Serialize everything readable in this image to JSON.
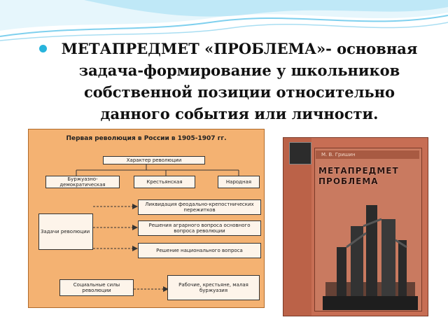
{
  "slide": {
    "bullet_text": "МЕТАПРЕДМЕТ «ПРОБЛЕМА»- основная задача-формирование у школьников собственной позиции относительно данного события или личности."
  },
  "diagram": {
    "title": "Первая революция в России в 1905-1907 гг.",
    "character": "Характер революции",
    "char_items": [
      "Буржуазно-демократическая",
      "Крестьянская",
      "Народная"
    ],
    "tasks_label": "Задачи революции",
    "tasks": [
      "Ликвидация феодально-крепостнических пережитков",
      "Решения аграрного вопроса основного вопроса революции",
      "Решение национального вопроса"
    ],
    "forces_label": "Социальные силы революции",
    "forces": "Рабочие, крестьяне, малая буржуазия"
  },
  "book": {
    "author": "М. В. Гришин",
    "title_line1": "МЕТАПРЕДМЕТ",
    "title_line2": "ПРОБЛЕМА"
  },
  "colors": {
    "bullet": "#28b4dc",
    "diagram_bg": "#f4b272",
    "book_bg": "#c76e54",
    "wave": "#7fd0ee"
  }
}
